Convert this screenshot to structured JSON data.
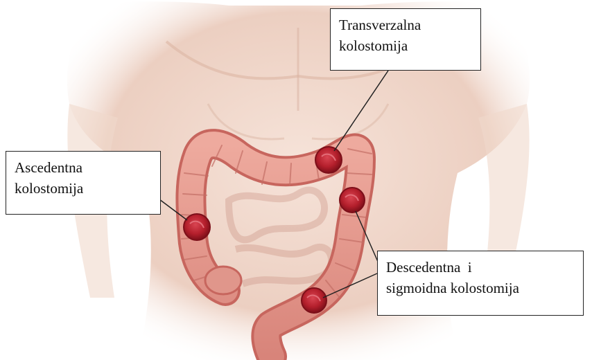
{
  "labels": {
    "transverse": {
      "line1": "Transverzalna",
      "line2": "kolostomija"
    },
    "ascending": {
      "line1": "Ascedentna",
      "line2": "kolostomija"
    },
    "descending": {
      "line1": "Descedentna  i",
      "line2": "sigmoidna kolostomija"
    }
  },
  "colors": {
    "skin": "#f1d9cd",
    "skin_shadow": "#e2bfae",
    "colon": "#e2958a",
    "colon_dark": "#c7665e",
    "stoma": "#b8232f",
    "stoma_dark": "#7c0f19"
  }
}
